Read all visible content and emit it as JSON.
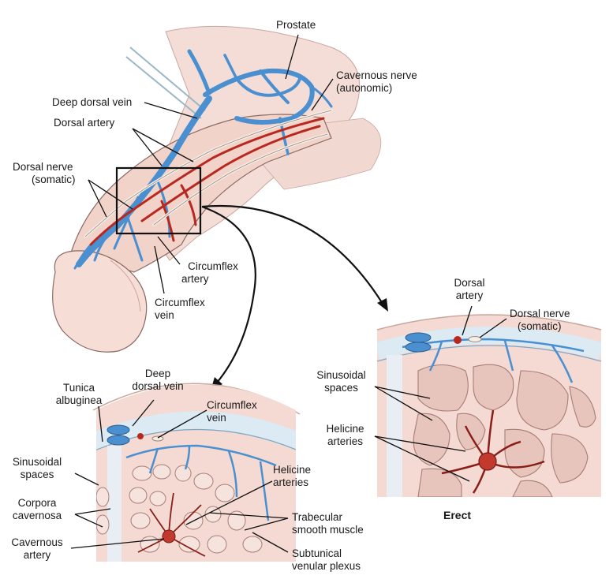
{
  "labels": {
    "prostate": "Prostate",
    "cavernous_nerve_1": "Cavernous nerve",
    "cavernous_nerve_2": "(autonomic)",
    "deep_dorsal_vein": "Deep dorsal vein",
    "dorsal_artery": "Dorsal artery",
    "dorsal_nerve_1": "Dorsal nerve",
    "dorsal_nerve_2": "(somatic)",
    "circumflex_artery_1": "Circumflex",
    "circumflex_artery_2": "artery",
    "circumflex_vein_1": "Circumflex",
    "circumflex_vein_2": "vein",
    "tunica_1": "Tunica",
    "tunica_2": "albuginea",
    "deep_dorsal_vein_b_1": "Deep",
    "deep_dorsal_vein_b_2": "dorsal vein",
    "circumflex_vein_b_1": "Circumflex",
    "circumflex_vein_b_2": "vein",
    "sinusoidal_b_1": "Sinusoidal",
    "sinusoidal_b_2": "spaces",
    "corpora_1": "Corpora",
    "corpora_2": "cavernosa",
    "cavernous_artery_1": "Cavernous",
    "cavernous_artery_2": "artery",
    "helicine_b_1": "Helicine",
    "helicine_b_2": "arteries",
    "trabecular_1": "Trabecular",
    "trabecular_2": "smooth muscle",
    "subtunical_1": "Subtunical",
    "subtunical_2": "venular plexus",
    "dorsal_artery_r_1": "Dorsal",
    "dorsal_artery_r_2": "artery",
    "dorsal_nerve_r_1": "Dorsal nerve",
    "dorsal_nerve_r_2": "(somatic)",
    "sinusoidal_r_1": "Sinusoidal",
    "sinusoidal_r_2": "spaces",
    "helicine_r_1": "Helicine",
    "helicine_r_2": "arteries",
    "erect": "Erect"
  },
  "colors": {
    "tissue": "#f2d6cf",
    "tissue_dark": "#e0b3a8",
    "vein": "#4a8fd0",
    "artery": "#b8281e",
    "nerve": "#f4efe6",
    "outline": "#7a5a55",
    "tunica": "#dceaf3"
  }
}
